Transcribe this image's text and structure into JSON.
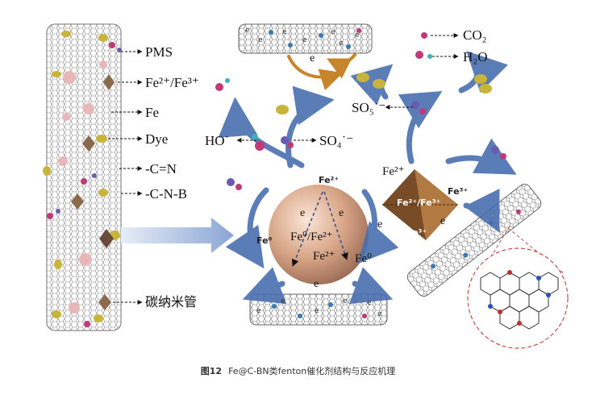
{
  "legend": {
    "pms": "PMS",
    "fe_couple": "Fe²⁺/Fe³⁺",
    "fe": "Fe",
    "dye": "Dye",
    "cn": "-C=N",
    "cnb": "-C-N-B",
    "cnt": "碳纳米管"
  },
  "products": {
    "co2": "CO₂",
    "h2o": "H₂O",
    "so5": "SO₅˙⁻",
    "ho": "HO˙",
    "so4": "SO₄˙⁻"
  },
  "sphere": {
    "fe2_top": "Fe²⁺",
    "fe0_left": "Fe⁰",
    "center": "Fe⁰/Fe²⁺",
    "fe2_lower": "Fe²⁺",
    "fe0_right": "Fe⁰"
  },
  "octahedron": {
    "fe2_top": "Fe²⁺",
    "fe3_right": "Fe³⁺",
    "center": "Fe²⁺/Fe³⁺",
    "fe3_bottom": "Fe³⁺"
  },
  "electron": "e",
  "caption": {
    "figure": "图12",
    "text": "Fe@C-BN类fenton催化剂结构与反应机理"
  },
  "colors": {
    "arrow_blue": "#4a6fb0",
    "dye_yellow": "#c8b43a",
    "sphere": "#d9a585",
    "octahedron": "#8a5a2e",
    "orange_arrow": "#c8842a",
    "dashed_red": "#c0504d"
  }
}
